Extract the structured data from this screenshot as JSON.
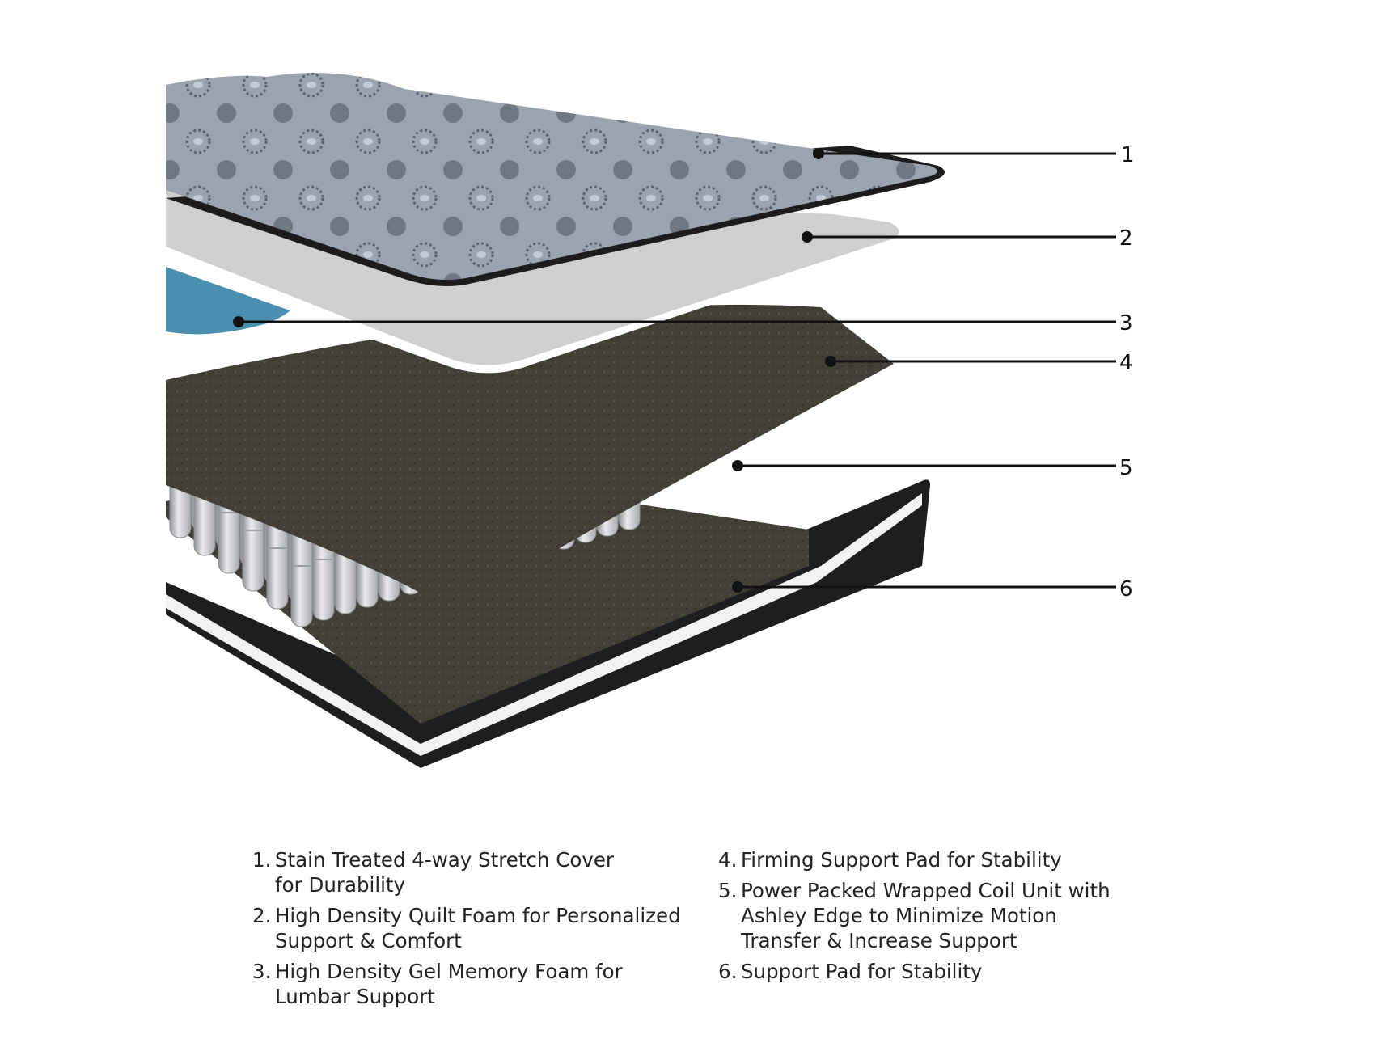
{
  "callouts": [
    {
      "number": "1"
    },
    {
      "number": "2"
    },
    {
      "number": "3"
    },
    {
      "number": "4"
    },
    {
      "number": "5"
    },
    {
      "number": "6"
    }
  ],
  "legend": {
    "left": [
      {
        "number": "1.",
        "text": "Stain Treated 4-way Stretch Cover\nfor Durability"
      },
      {
        "number": "2.",
        "text": "High Density Quilt Foam for Personalized\nSupport & Comfort"
      },
      {
        "number": "3.",
        "text": "High Density Gel Memory Foam for\nLumbar Support"
      }
    ],
    "right": [
      {
        "number": "4.",
        "text": "Firming Support Pad for Stability"
      },
      {
        "number": "5.",
        "text": "Power Packed Wrapped Coil Unit with\nAshley Edge to Minimize Motion\nTransfer & Increase Support"
      },
      {
        "number": "6.",
        "text": "Support Pad for Stability"
      }
    ]
  },
  "colors": {
    "cover": "#9aa4b0",
    "cover_edge": "#1c1c1c",
    "quilt_foam": "#c9c9c9",
    "gel_foam": "#4a8fb0",
    "support_pad": "#3e3a32",
    "coil": "#d4d6da",
    "base": "#1e1e1e"
  }
}
